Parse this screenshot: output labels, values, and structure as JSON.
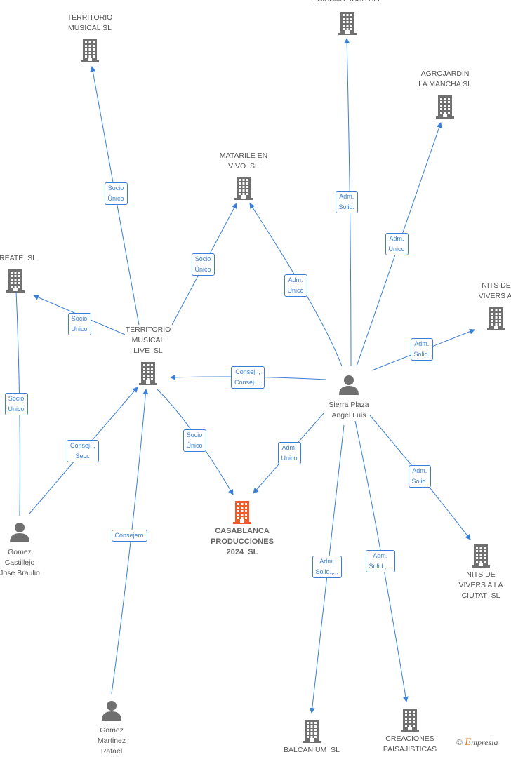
{
  "colors": {
    "edge": "#3a7fd5",
    "company": "#707070",
    "main": "#f05a28",
    "person": "#6f6f6f"
  },
  "nodes": [
    {
      "id": "paisajisticas_top",
      "label": "PAISAJISTICAS SLL",
      "kind": "company",
      "icon": "building-icon"
    },
    {
      "id": "territorio_musical",
      "label": "TERRITORIO\nMUSICAL SL",
      "kind": "company",
      "icon": "building-icon"
    },
    {
      "id": "agrojardin",
      "label": "AGROJARDIN\nLA MANCHA SL",
      "kind": "company",
      "icon": "building-icon"
    },
    {
      "id": "matarile",
      "label": "MATARILE EN\nVIVO  SL",
      "kind": "company",
      "icon": "building-icon"
    },
    {
      "id": "areate",
      "label": "AREATE  SL",
      "kind": "company",
      "icon": "building-icon"
    },
    {
      "id": "nits_right",
      "label": "NITS DE\nVIVERS AI",
      "kind": "company",
      "icon": "building-icon"
    },
    {
      "id": "territorio_live",
      "label": "TERRITORIO\nMUSICAL\nLIVE  SL",
      "kind": "company",
      "icon": "building-icon"
    },
    {
      "id": "sierra",
      "label": "Sierra Plaza\nAngel Luis",
      "kind": "person",
      "icon": "person-icon"
    },
    {
      "id": "casablanca",
      "label": "CASABLANCA\nPRODUCCIONES\n2024  SL",
      "kind": "main",
      "icon": "building-icon"
    },
    {
      "id": "gomez_castillejo",
      "label": "Gomez\nCastillejo\nJose Braulio",
      "kind": "person",
      "icon": "person-icon"
    },
    {
      "id": "nits_ciutat",
      "label": "NITS DE\nVIVERS A LA\nCIUTAT  SL",
      "kind": "company",
      "icon": "building-icon"
    },
    {
      "id": "gomez_martinez",
      "label": "Gomez\nMartinez\nRafael",
      "kind": "person",
      "icon": "person-icon"
    },
    {
      "id": "balcanium",
      "label": "BALCANIUM  SL",
      "kind": "company",
      "icon": "building-icon"
    },
    {
      "id": "creaciones",
      "label": "CREACIONES\nPAISAJISTICAS",
      "kind": "company",
      "icon": "building-icon"
    }
  ],
  "relations": [
    {
      "label": "Socio\nÚnico"
    },
    {
      "label": "Adm.\nSolid."
    },
    {
      "label": "Adm.\nUnico"
    },
    {
      "label": "Socio\nÚnico"
    },
    {
      "label": "Adm.\nUnico"
    },
    {
      "label": "Socio\nÚnico"
    },
    {
      "label": "Adm.\nSolid."
    },
    {
      "label": "Consej. ,\nConsej...."
    },
    {
      "label": "Socio\nÚnico"
    },
    {
      "label": "Consej. ,\nSecr."
    },
    {
      "label": "Socio\nÚnico"
    },
    {
      "label": "Adm.\nUnico"
    },
    {
      "label": "Adm.\nSolid."
    },
    {
      "label": "Consejero"
    },
    {
      "label": "Adm.\nSolid.,..."
    },
    {
      "label": "Adm.\nSolid.,..."
    }
  ],
  "brand": {
    "symbol": "©",
    "first": "E",
    "rest": "mpresia"
  }
}
